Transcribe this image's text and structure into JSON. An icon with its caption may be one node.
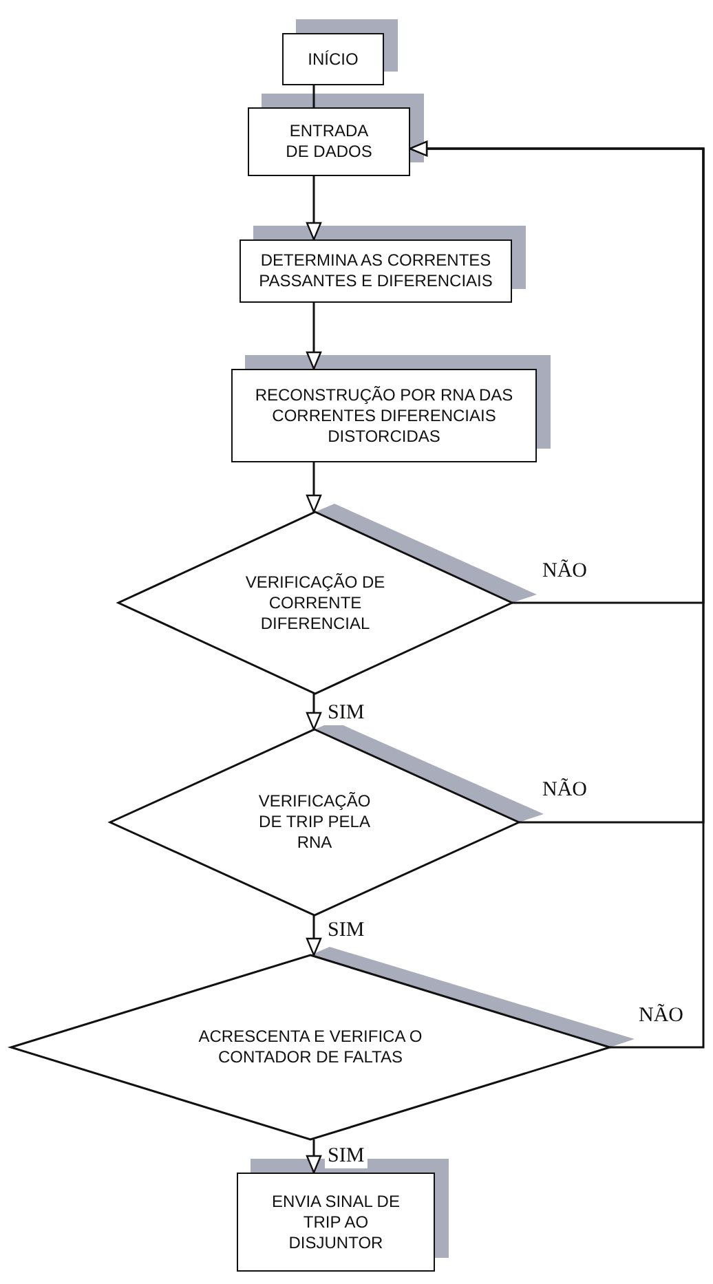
{
  "diagram": {
    "nodes": [
      {
        "text": [
          "INÍCIO"
        ]
      },
      {
        "text": [
          "ENTRADA DE DADOS"
        ]
      },
      {
        "text": [
          "DETERMINA AS CORRENTES PASSANTES E DIFERENCIAIS"
        ]
      },
      {
        "text": [
          "RECONSTRUÇÃO POR RNA DAS CORRENTES DIFERENCIAIS DISTORCIDAS"
        ]
      },
      {
        "text": [
          "VERIFICAÇÃO DE CORRENTE DIFERENCIAL"
        ]
      },
      {
        "text": [
          "VERIFICAÇÃO DE TRIP PELA RNA"
        ]
      },
      {
        "text": [
          "ACRESCENTA E VERIFICA O CONTADOR DE FALTAS"
        ]
      },
      {
        "text": [
          "ENVIA SINAL DE TRIP AO DISJUNTOR"
        ]
      }
    ],
    "edges": [
      {
        "from": 0,
        "to": 1,
        "arrow": "none"
      },
      {
        "from": 1,
        "to": 2,
        "arrow": "to"
      },
      {
        "from": 2,
        "to": 3,
        "arrow": "to"
      },
      {
        "from": 3,
        "to": 4,
        "arrow": "to"
      },
      {
        "from": 4,
        "to": 1,
        "arrow": "to",
        "label": "NÃO"
      },
      {
        "from": 4,
        "to": 5,
        "arrow": "to",
        "label": "SIM"
      },
      {
        "from": 5,
        "to": 1,
        "arrow": "to",
        "label": "NÃO"
      },
      {
        "from": 5,
        "to": 6,
        "arrow": "to",
        "label": "SIM"
      },
      {
        "from": 6,
        "to": 1,
        "arrow": "to",
        "label": "NÃO"
      },
      {
        "from": 6,
        "to": 7,
        "arrow": "to",
        "label": "SIM"
      }
    ]
  }
}
